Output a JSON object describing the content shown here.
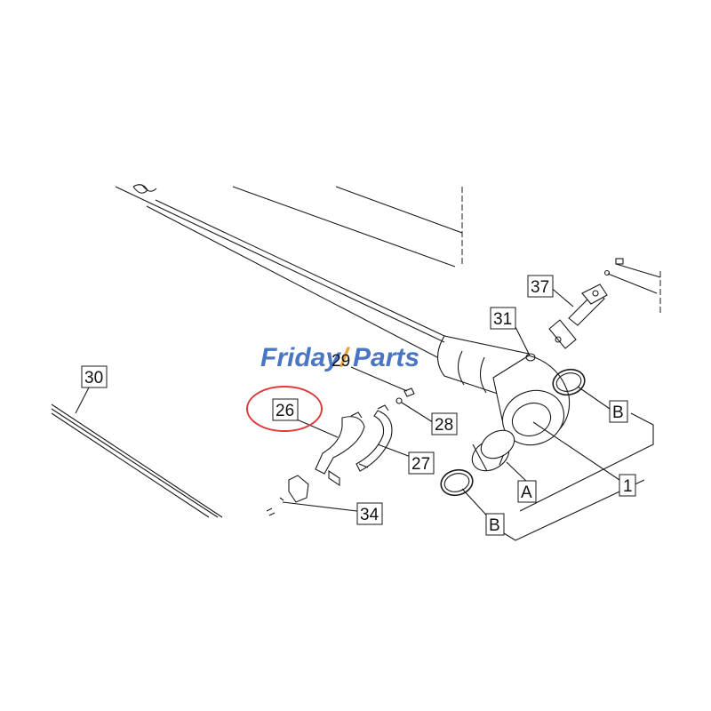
{
  "watermark": {
    "part1": "Friday",
    "part2": "Parts",
    "color1": "#4a74c4",
    "color2": "#4a74c4",
    "slash_color": "#e8a13a"
  },
  "highlight_color": "#e03a3a",
  "callouts": {
    "c1": "1",
    "c26": "26",
    "c27": "27",
    "c28": "28",
    "c29": "29",
    "c30": "30",
    "c31": "31",
    "c34": "34",
    "c37": "37",
    "cA": "A",
    "cB_top": "B",
    "cB_bottom": "B"
  },
  "highlighted_part": "26"
}
